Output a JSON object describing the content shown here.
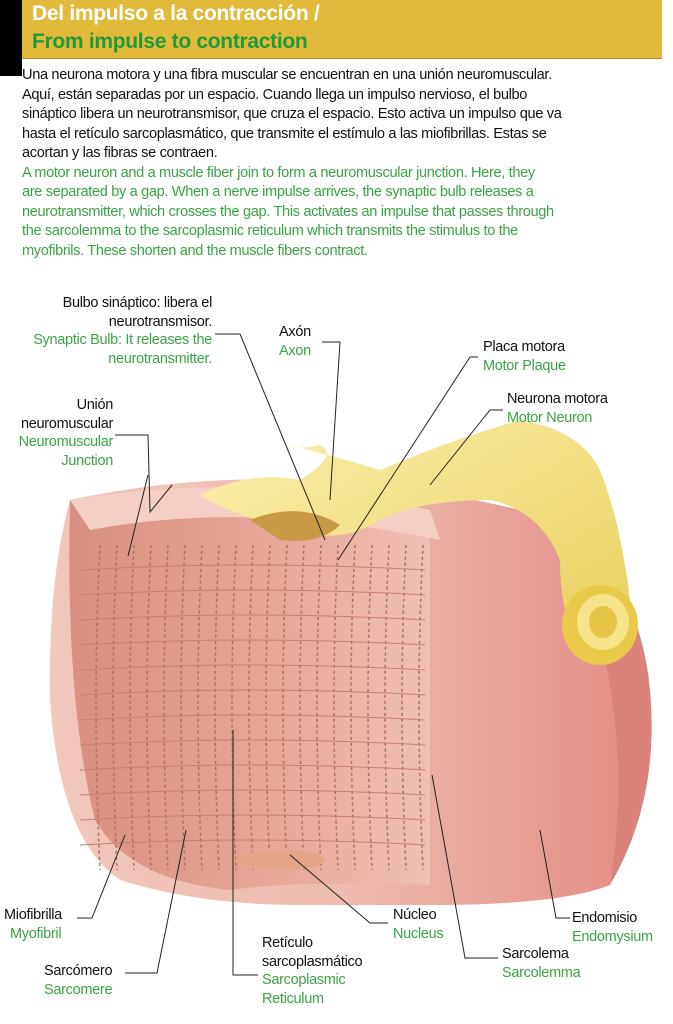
{
  "header": {
    "title_es": "Del impulso a la contracción /",
    "title_en": "From impulse to contraction"
  },
  "intro": {
    "es_lines": [
      "Una neurona motora y una fibra muscular se encuentran en una unión neuromuscular.",
      "Aquí, están separadas por un espacio. Cuando llega un impulso nervioso, el bulbo",
      "sináptico libera un neurotransmisor, que cruza el espacio. Esto activa un impulso que va",
      "hasta el retículo sarcoplasmático, que transmite el estímulo a las miofibrillas. Estas se",
      "acortan y las fibras se contraen."
    ],
    "en_lines": [
      "A motor neuron and a muscle fiber join to form a neuromuscular junction. Here, they",
      "are separated by a gap.  When a nerve impulse arrives, the synaptic bulb releases a",
      "neurotransmitter, which crosses the gap.  This activates an impulse that passes through",
      "the sarcolemma to the sarcoplasmic reticulum which transmits the stimulus to the",
      "myofibrils. These shorten and the muscle fibers contract."
    ]
  },
  "labels": {
    "synaptic_bulb": {
      "es1": "Bulbo sináptico: libera el",
      "es2": "neurotransmisor.",
      "en1": "Synaptic Bulb: It releases the",
      "en2": "neurotransmitter."
    },
    "axon": {
      "es": "Axón",
      "en": "Axon"
    },
    "motor_plaque": {
      "es": "Placa motora",
      "en": "Motor Plaque"
    },
    "motor_neuron": {
      "es": "Neurona motora",
      "en": "Motor Neuron"
    },
    "nmj": {
      "es1": "Unión",
      "es2": "neuromuscular",
      "en1": "Neuromuscular",
      "en2": "Junction"
    },
    "myofibril": {
      "es": "Miofibrilla",
      "en": "Myofibril"
    },
    "sarcomere": {
      "es": "Sarcómero",
      "en": "Sarcomere"
    },
    "reticulum": {
      "es1": "Retículo",
      "es2": "sarcoplasmático",
      "en1": "Sarcoplasmic",
      "en2": "Reticulum"
    },
    "nucleus": {
      "es": "Núcleo",
      "en": "Nucleus"
    },
    "sarcolemma": {
      "es": "Sarcolema",
      "en": "Sarcolemma"
    },
    "endomysium": {
      "es": "Endomisio",
      "en": "Endomysium"
    }
  },
  "colors": {
    "header": "#e3b93b",
    "green": "#3aa346",
    "muscle": "#e9a9a0",
    "neuron": "#f3e38a"
  }
}
